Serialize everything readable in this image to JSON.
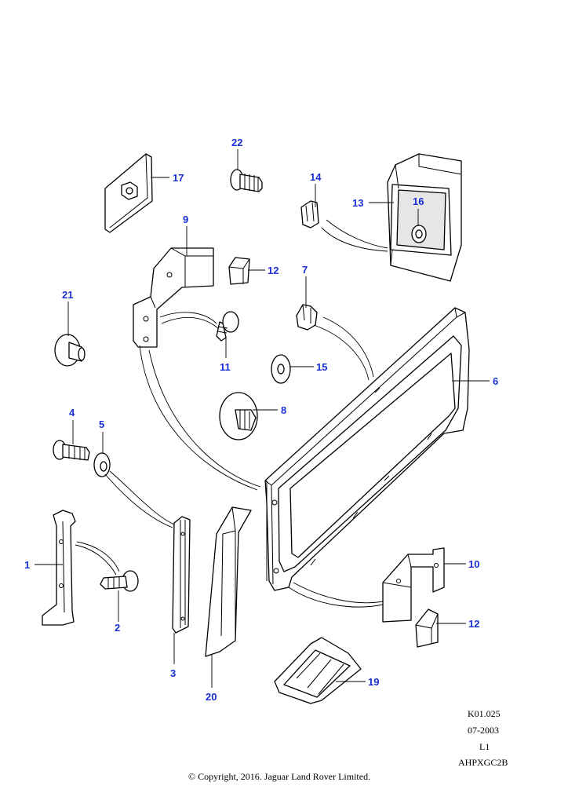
{
  "callouts": {
    "c1": "1",
    "c2": "2",
    "c3": "3",
    "c4": "4",
    "c5": "5",
    "c6": "6",
    "c7": "7",
    "c8": "8",
    "c9": "9",
    "c10": "10",
    "c11": "11",
    "c12a": "12",
    "c12b": "12",
    "c13": "13",
    "c14": "14",
    "c15": "15",
    "c16": "16",
    "c17": "17",
    "c19": "19",
    "c20": "20",
    "c21": "21",
    "c22": "22"
  },
  "meta": {
    "ref": "K01.025",
    "date": "07-2003",
    "level": "L1",
    "code": "AHPXGC2B",
    "copyright": "© Copyright, 2016. Jaguar Land Rover Limited."
  },
  "colors": {
    "callout": "#1a2fd6",
    "line": "#000000"
  }
}
